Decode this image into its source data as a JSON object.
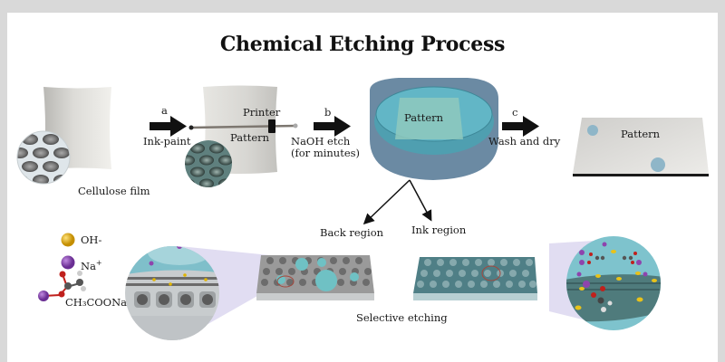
{
  "title": "Chemical Etching Process",
  "steps": {
    "a": {
      "letter": "a",
      "label": "Ink-paint"
    },
    "b": {
      "letter": "b",
      "label_line1": "NaOH etch",
      "label_line2": "(for minutes)"
    },
    "c": {
      "letter": "c",
      "label": "Wash and dry"
    }
  },
  "panels": {
    "cellulose_film": "Cellulose film",
    "printer": "Printer",
    "pattern_printed": "Pattern",
    "pattern_dish": "Pattern",
    "pattern_final": "Pattern"
  },
  "branches": {
    "back_region": "Back region",
    "ink_region": "Ink region",
    "selective_etching": "Selective etching"
  },
  "legend": {
    "items": [
      {
        "icon": "yellow-sphere",
        "label": "OH-",
        "color": "#d9a514"
      },
      {
        "icon": "purple-sphere",
        "label": "Na",
        "sup": "+",
        "color": "#8e44ad"
      },
      {
        "icon": "molecule",
        "label": "CH₃COONa"
      }
    ]
  },
  "colors": {
    "film": "#d5d4d0",
    "solution": "#6fb3c4",
    "dish": "#5f7d99",
    "ink": "#4f8a8c",
    "highlight_lens": "#d7d3ee"
  }
}
